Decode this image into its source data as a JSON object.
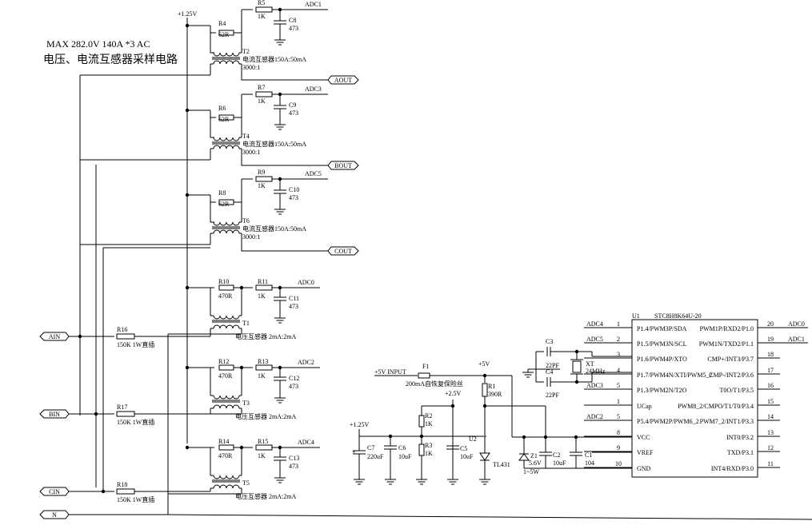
{
  "header": {
    "spec": "MAX 282.0V 140A *3 AC",
    "title": "电压、电流互感器采样电路"
  },
  "supply": {
    "v125": "+1.25V",
    "v5": "+5V",
    "v25": "+2.5V",
    "input": "+5V INPUT",
    "v125b": "+1.25V"
  },
  "ports": {
    "aout": "AOUT",
    "bout": "BOUT",
    "cout": "COUT",
    "ain": "AIN",
    "bin": "BIN",
    "cin": "CIN",
    "n": "N"
  },
  "current_channels": [
    {
      "r_name": "R4",
      "r_val": "62R",
      "rs_name": "R5",
      "rs_val": "1K",
      "c_name": "C8",
      "c_val": "473",
      "adc": "ADC1",
      "t_name": "T2",
      "t_desc": "电流互感器150A:50mA",
      "t_ratio": "3000:1"
    },
    {
      "r_name": "R6",
      "r_val": "62R",
      "rs_name": "R7",
      "rs_val": "1K",
      "c_name": "C9",
      "c_val": "473",
      "adc": "ADC3",
      "t_name": "T4",
      "t_desc": "电流互感器150A:50mA",
      "t_ratio": "3000:1"
    },
    {
      "r_name": "R8",
      "r_val": "62R",
      "rs_name": "R9",
      "rs_val": "1K",
      "c_name": "C10",
      "c_val": "473",
      "adc": "ADC5",
      "t_name": "T6",
      "t_desc": "电流互感器150A:50mA",
      "t_ratio": "3000:1"
    }
  ],
  "voltage_channels": [
    {
      "r_name": "R10",
      "r_val": "470R",
      "rs_name": "R11",
      "rs_val": "1K",
      "c_name": "C11",
      "c_val": "473",
      "adc": "ADC0",
      "t_name": "T1",
      "t_desc": "电压互感器 2mA:2mA",
      "rin_name": "R16",
      "rin_val": "150K 1W直插"
    },
    {
      "r_name": "R12",
      "r_val": "470R",
      "rs_name": "R13",
      "rs_val": "1K",
      "c_name": "C12",
      "c_val": "473",
      "adc": "ADC2",
      "t_name": "T3",
      "t_desc": "电压互感器 2mA:2mA",
      "rin_name": "R17",
      "rin_val": "150K 1W直插"
    },
    {
      "r_name": "R14",
      "r_val": "470R",
      "rs_name": "R15",
      "rs_val": "1K",
      "c_name": "C13",
      "c_val": "473",
      "adc": "ADC4",
      "t_name": "T5",
      "t_desc": "电压互感器 2mA:2mA",
      "rin_name": "R18",
      "rin_val": "150K 1W直插"
    }
  ],
  "power": {
    "f1": "F1",
    "f1_val": "200mA自恢复保险丝",
    "r1": "R1",
    "r1_val": "390R",
    "r2": "R2",
    "r2_val": "1K",
    "r3": "R3",
    "r3_val": "1K",
    "u2": "U2",
    "u2_val": "TL431",
    "c5": "C5",
    "c5_val": "10uF",
    "c6": "C6",
    "c6_val": "10uF",
    "c7": "C7",
    "c7_val": "220uF",
    "z1": "Z1",
    "z1_val": "5.6V",
    "z1_pow": "1~5W",
    "c2": "C2",
    "c2_val": "10uF",
    "c1": "C1",
    "c1_val": "104"
  },
  "crystal": {
    "c3": "C3",
    "c3_val": "22PF",
    "c4": "C4",
    "c4_val": "22PF",
    "xt": "XT",
    "xt_val": "24MHz"
  },
  "mcu": {
    "ref": "U1",
    "part": "STC8H8K64U-20",
    "left_pins": [
      {
        "net": "ADC4",
        "num": "1",
        "name": "P1.4/PWM3P/SDA"
      },
      {
        "net": "ADC5",
        "num": "2",
        "name": "P1.5/PWM3N/SCL"
      },
      {
        "net": "",
        "num": "3",
        "name": "P1.6/PWM4P/XTO"
      },
      {
        "net": "",
        "num": "4",
        "name": "P1.7/PWM4N/XTI/PWM5_2"
      },
      {
        "net": "ADC3",
        "num": "5",
        "name": "P1.3/PWM2N/T2O"
      },
      {
        "net": "",
        "num": "1",
        "name": "UCap"
      },
      {
        "net": "ADC2",
        "num": "5",
        "name": "P5.4/PWM2P/PWM6_2"
      },
      {
        "net": "",
        "num": "8",
        "name": "VCC"
      },
      {
        "net": "",
        "num": "9",
        "name": "VREF"
      },
      {
        "net": "",
        "num": "10",
        "name": "GND"
      }
    ],
    "right_pins": [
      {
        "net": "ADC0",
        "num": "20",
        "name": "PWM1P/RXD2/P1.0"
      },
      {
        "net": "ADC1",
        "num": "19",
        "name": "PWM1N/TXD2/P1.1"
      },
      {
        "net": "",
        "num": "18",
        "name": "CMP+/INT3/P3.7"
      },
      {
        "net": "",
        "num": "17",
        "name": "CMP-/INT2/P3.6"
      },
      {
        "net": "",
        "num": "16",
        "name": "T0O/T1/P3.5"
      },
      {
        "net": "",
        "num": "15",
        "name": "PWM8_2/CMPO/T1/T0/P3.4"
      },
      {
        "net": "",
        "num": "14",
        "name": "PWM7_2/INT1/P3.3"
      },
      {
        "net": "",
        "num": "13",
        "name": "INT0/P3.2"
      },
      {
        "net": "",
        "num": "12",
        "name": "TXD/P3.1"
      },
      {
        "net": "",
        "num": "11",
        "name": "INT4/RXD/P3.0"
      }
    ]
  }
}
